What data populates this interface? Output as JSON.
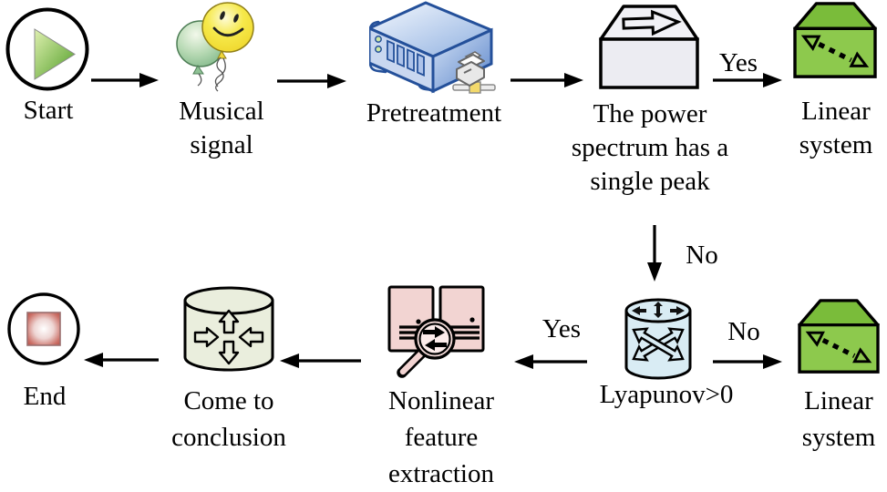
{
  "flowchart": {
    "nodes": {
      "start": {
        "label": "Start"
      },
      "musical_signal": {
        "lines": [
          "Musical",
          "signal"
        ]
      },
      "pretreatment": {
        "label": "Pretreatment"
      },
      "power_spectrum": {
        "lines": [
          "The power",
          "spectrum has a",
          "single peak"
        ]
      },
      "linear_system_top": {
        "lines": [
          "Linear",
          "system"
        ]
      },
      "lyapunov": {
        "label": "Lyapunov>0"
      },
      "linear_system_right": {
        "lines": [
          "Linear",
          "system"
        ]
      },
      "nonlinear_feature": {
        "lines": [
          "Nonlinear",
          "feature",
          "extraction"
        ]
      },
      "conclusion": {
        "lines": [
          "Come to",
          "conclusion"
        ]
      },
      "end": {
        "label": "End"
      }
    },
    "edge_labels": {
      "spectrum_yes": "Yes",
      "spectrum_no": "No",
      "lyapunov_no": "No",
      "lyapunov_yes": "Yes"
    },
    "colors": {
      "background": "#ffffff",
      "text": "#000000",
      "linear_system_green": "#8dc94d",
      "power_box_gray": "#ededf3",
      "lyapunov_blue": "#d9ecf4",
      "conclusion_cream": "#eaeedd",
      "nonlinear_pink": "#f2d4d2",
      "server_blue_outline": "#24509a",
      "start_play_green": "#4f9d25",
      "end_square_red": "#b0453c",
      "balloon_yellow": "#f0d92a",
      "balloon_green": "#8fc295"
    }
  }
}
